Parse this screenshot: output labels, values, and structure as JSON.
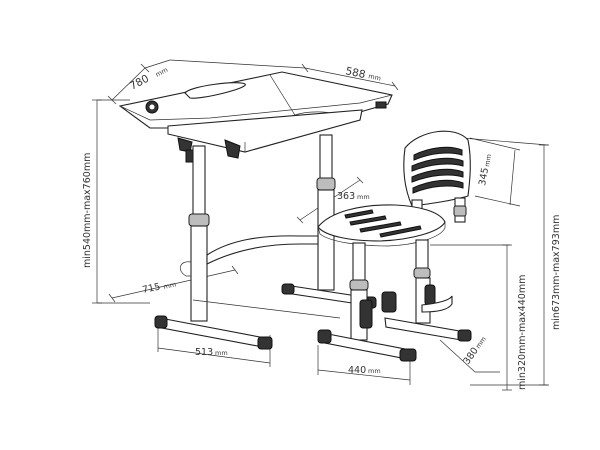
{
  "dimensions": {
    "desk_width": "780",
    "desk_depth": "588",
    "desk_height": "540",
    "desk_height_range": "min540mm-max760mm",
    "desk_leg_spacing": "715",
    "desk_base_width": "513",
    "chair_back_width": "345",
    "chair_seat_width": "363",
    "chair_base_width": "440",
    "chair_base_depth": "380",
    "seat_height_range": "min320mm-max440mm",
    "chair_height_range": "min673mm-max793mm",
    "unit": "mm"
  },
  "colors": {
    "line": "#222222",
    "fill_gray": "#bdbdbd",
    "fill_dark": "#333333",
    "background": "#ffffff"
  }
}
